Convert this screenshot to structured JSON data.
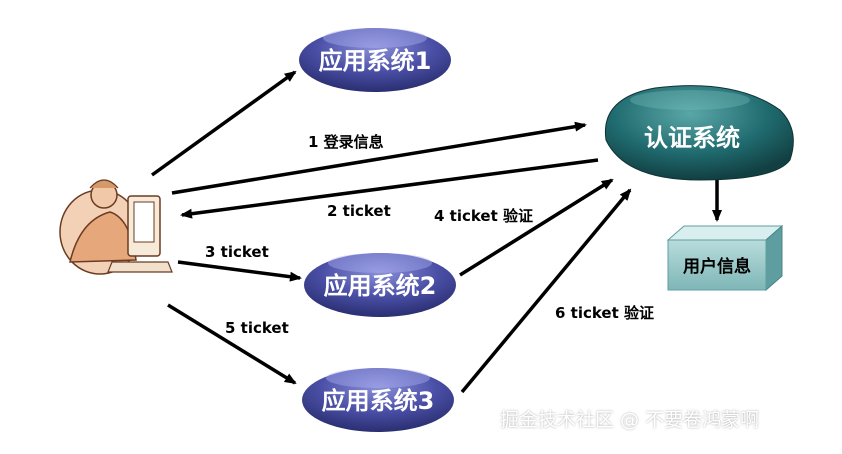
{
  "nodes": {
    "app1": "应用系统1",
    "app2": "应用系统2",
    "app3": "应用系统3",
    "auth": "认证系统",
    "userinfo": "用户信息"
  },
  "edges": {
    "login": "1 登录信息",
    "ticket2": "2 ticket",
    "ticket3": "3 ticket",
    "verify4": "4 ticket 验证",
    "ticket5": "5 ticket",
    "verify6": "6 ticket 验证"
  },
  "watermark": "掘金技术社区 @ 不要卷鸿蒙啊",
  "colors": {
    "app_node": "#4a4fa6",
    "auth_node": "#1f6a6e",
    "userinfo_box": "#5f9ea0",
    "arrow": "#000000"
  }
}
